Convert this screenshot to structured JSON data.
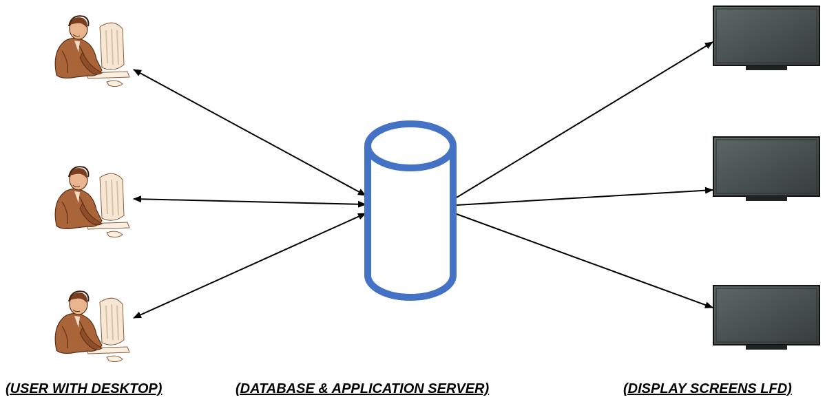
{
  "captions": {
    "users": "(USER WITH DESKTOP)",
    "server": "(DATABASE & APPLICATION SERVER)",
    "screens": "(DISPLAY SCREENS LFD)"
  },
  "icons": {
    "user": "user-at-desktop-icon",
    "server": "database-cylinder-icon",
    "screen": "display-screen-icon"
  },
  "colors": {
    "database_outline": "#4472C4",
    "arrow": "#000000",
    "user_suit": "#A9643A",
    "screen_face": "#4A5452"
  }
}
